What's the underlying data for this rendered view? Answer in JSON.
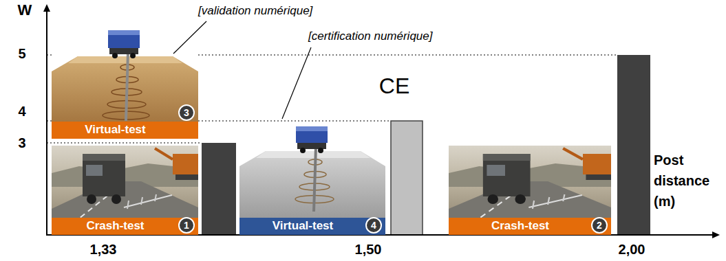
{
  "diagram": {
    "nodes": [
      {
        "text": [
          "Virtual-test"
        ]
      },
      {
        "text": [
          "3"
        ],
        "in": 0
      },
      {
        "text": [
          "Crash-test"
        ]
      },
      {
        "text": [
          "1"
        ],
        "in": 2
      },
      {
        "text": [
          "Virtual-test"
        ]
      },
      {
        "text": [
          "4"
        ],
        "in": 4
      },
      {
        "text": [
          "Crash-test"
        ]
      },
      {
        "text": [
          "2"
        ],
        "in": 6
      }
    ],
    "labels": [
      "W",
      "[validation numérique]",
      "5",
      "[certification numérique]",
      "4",
      "3",
      "CE",
      "Post distance (m)",
      "1,33",
      "1,50",
      "2,00"
    ]
  }
}
